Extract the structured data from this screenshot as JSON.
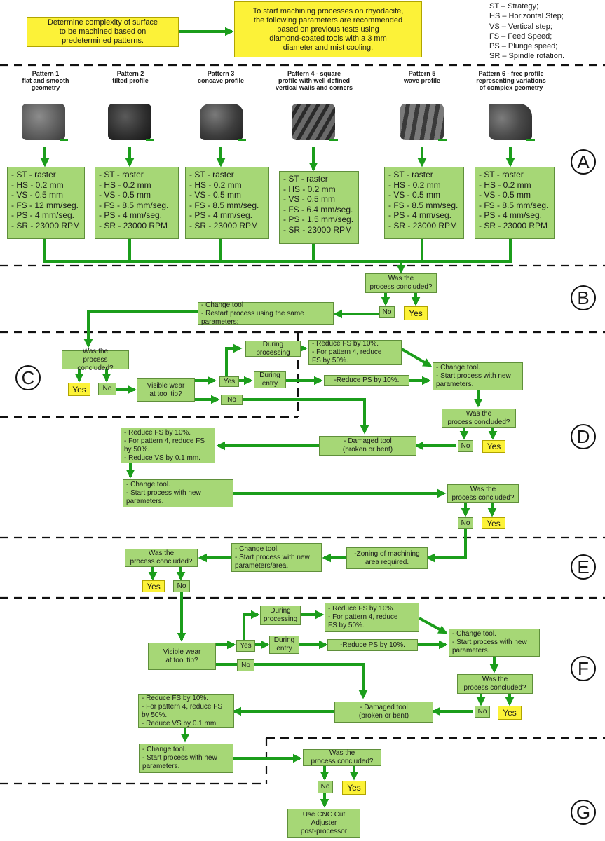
{
  "intro": {
    "left_box": "Determine complexity of surface\nto be machined based on\npredetermined patterns.",
    "right_box": "To start machining processes on rhyodacite,\nthe following parameters are recommended\nbased on previous tests using\ndiamond-coated tools with a 3 mm\ndiameter and mist cooling."
  },
  "legend": [
    "ST – Strategy;",
    "HS – Horizontal Step;",
    "VS – Vertical step;",
    "FS – Feed Speed;",
    "PS – Plunge speed;",
    "SR – Spindle rotation."
  ],
  "patterns": [
    {
      "title": "Pattern 1\nflat and smooth\ngeometry",
      "params": [
        "- ST - raster",
        "- HS -  0.2 mm",
        "- VS - 0.5 mm",
        "- FS - 12 mm/seg.",
        "- PS - 4 mm/seg.",
        "- SR - 23000 RPM"
      ]
    },
    {
      "title": "Pattern 2\ntilted profile",
      "params": [
        "- ST - raster",
        "- HS -  0.2 mm",
        "- VS - 0.5 mm",
        "- FS - 8.5 mm/seg.",
        "- PS - 4 mm/seg.",
        "- SR - 23000 RPM"
      ]
    },
    {
      "title": "Pattern 3\nconcave profile",
      "params": [
        "- ST - raster",
        "- HS -  0.2 mm",
        "- VS - 0.5 mm",
        "- FS - 8.5 mm/seg.",
        "- PS - 4 mm/seg.",
        "- SR - 23000 RPM"
      ]
    },
    {
      "title": "Pattern 4 - square\nprofile with well defined\nvertical walls and corners",
      "params": [
        "- ST - raster",
        "- HS -  0.2 mm",
        "- VS - 0.5 mm",
        "- FS - 6.4 mm/seg.",
        "- PS - 1.5 mm/seg.",
        "- SR - 23000 RPM"
      ]
    },
    {
      "title": "Pattern 5\nwave profile",
      "params": [
        "- ST - raster",
        "- HS -  0.2 mm",
        "- VS - 0.5 mm",
        "- FS - 8.5 mm/seg.",
        "- PS - 4 mm/seg.",
        "- SR - 23000 RPM"
      ]
    },
    {
      "title": "Pattern 6 - free profile\nrepresenting variations\nof complex geometry",
      "params": [
        "- ST - raster",
        "- HS -  0.2 mm",
        "- VS - 0.5 mm",
        "- FS - 8.5 mm/seg.",
        "- PS - 4 mm/seg.",
        "- SR - 23000 RPM"
      ]
    }
  ],
  "sections": {
    "a": "A",
    "b": "B",
    "c": "C",
    "d": "D",
    "e": "E",
    "f": "F",
    "g": "G"
  },
  "b": {
    "question": "Was the\nprocess concluded?",
    "no": "No",
    "yes": "Yes",
    "action": "- Change tool\n- Restart process using the same parameters;"
  },
  "c": {
    "question": "Was the\nprocess concluded?",
    "yes": "Yes",
    "no": "No",
    "wear": "Visible wear\nat tool tip?",
    "wear_yes": "Yes",
    "wear_no": "No",
    "during_processing": "During\nprocessing",
    "during_entry": "During\nentry",
    "reduce_fs": "- Reduce FS by 10%.\n- For pattern 4, reduce\nFS by 50%.",
    "reduce_ps": "-Reduce PS by 10%.",
    "change": "- Change tool.\n- Start process with new\nparameters."
  },
  "d": {
    "question1": "Was the\nprocess concluded?",
    "no1": "No",
    "yes1": "Yes",
    "damaged": "- Damaged tool\n(broken or bent)",
    "reduce": "- Reduce FS by 10%.\n- For pattern 4, reduce FS\nby 50%.\n- Reduce VS by 0.1 mm.",
    "change": "- Change tool.\n- Start process with new\nparameters.",
    "question2": "Was the\nprocess concluded?",
    "no2": "No",
    "yes2": "Yes"
  },
  "e": {
    "zoning": "-Zoning of machining\narea required.",
    "change": "- Change tool.\n- Start process with new\nparameters/area.",
    "question": "Was the\nprocess concluded?",
    "yes": "Yes",
    "no": "No"
  },
  "f": {
    "wear": "Visible wear\nat tool tip?",
    "wear_yes": "Yes",
    "wear_no": "No",
    "during_processing": "During\nprocessing",
    "during_entry": "During\nentry",
    "reduce_fs": "- Reduce FS by 10%.\n- For pattern 4, reduce\nFS by 50%.",
    "reduce_ps": "-Reduce PS by 10%.",
    "change": "- Change tool.\n- Start process with new\nparameters.",
    "question": "Was the\nprocess concluded?",
    "no": "No",
    "yes": "Yes",
    "damaged": "- Damaged tool\n(broken or bent)",
    "reduce": "- Reduce FS by 10%.\n- For pattern 4, reduce FS\nby 50%.\n- Reduce VS by 0.1 mm."
  },
  "g": {
    "change": "- Change tool.\n- Start process with new\nparameters.",
    "question": "Was the\nprocess concluded?",
    "no": "No",
    "yes": "Yes",
    "final": "Use CNC Cut Adjuster\npost-processor"
  },
  "colors": {
    "box": "#a6d776",
    "yes_box": "#fcf238",
    "arrow": "#1b9d1b"
  }
}
